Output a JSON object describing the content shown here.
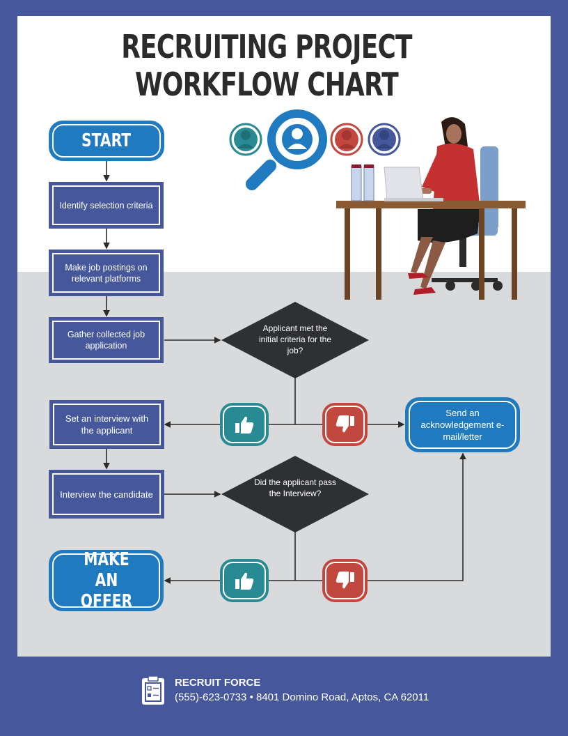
{
  "title": "RECRUITING PROJECT WORKFLOW CHART",
  "nodes": {
    "start": "START",
    "identify": "Identify selection criteria",
    "postings": "Make job postings on relevant platforms",
    "gather": "Gather collected job application",
    "decision1": "Applicant met the initial criteria for the job?",
    "set_interview": "Set an interview with the applicant",
    "send_ack": "Send an acknowledgement e-mail/letter",
    "interview": "Interview the candidate",
    "decision2": "Did the applicant pass the Interview?",
    "offer": "MAKE AN OFFER"
  },
  "icons": {
    "approve": "thumbs-up-icon",
    "reject": "thumbs-down-icon",
    "search": "magnifier-icon",
    "footer": "clipboard-icon"
  },
  "colors": {
    "frame": "#46589b",
    "process_box": "#46589b",
    "terminal": "#1f7ac0",
    "decision": "#2e3033",
    "approve": "#2a8a93",
    "reject": "#c2473f",
    "band": "#d9dadc"
  },
  "footer": {
    "company": "RECRUIT FORCE",
    "contact": "(555)-623-0733 • 8401 Domino Road, Aptos, CA 62011"
  }
}
